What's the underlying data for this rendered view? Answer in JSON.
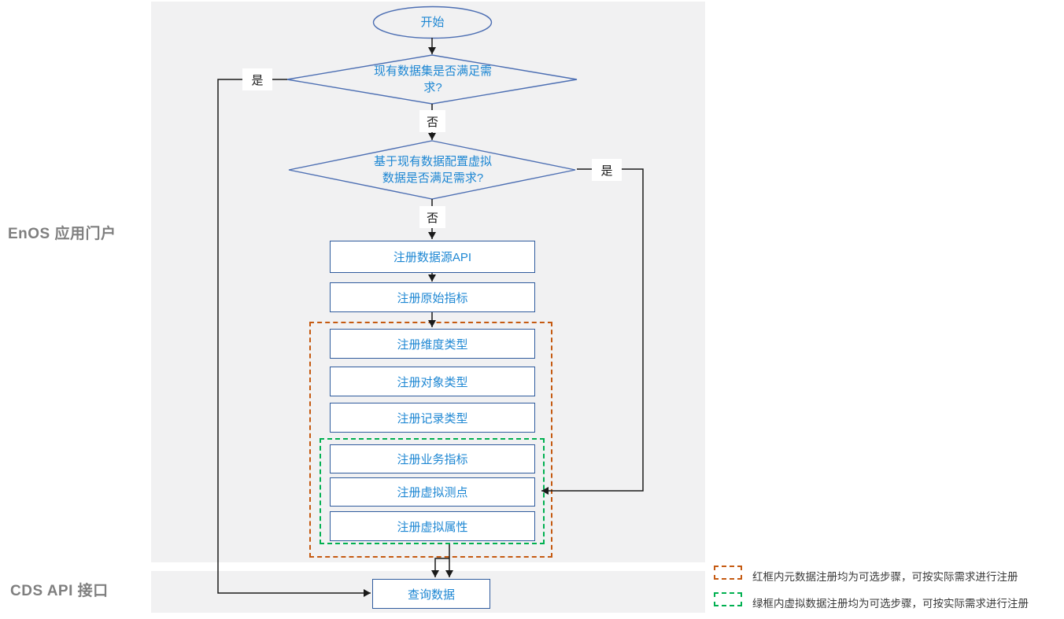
{
  "side_labels": {
    "portal": "EnOS 应用门户",
    "api": "CDS API 接口"
  },
  "flow": {
    "start": "开始",
    "decision_existing": "现有数据集是否满足需求?",
    "decision_virtual": "基于现有数据配置虚拟数据是否满足需求?",
    "yes": "是",
    "no": "否",
    "steps": {
      "register_datasource_api": "注册数据源API",
      "register_raw_metric": "注册原始指标",
      "register_dimension_type": "注册维度类型",
      "register_object_type": "注册对象类型",
      "register_record_type": "注册记录类型",
      "register_business_metric": "注册业务指标",
      "register_virtual_point": "注册虚拟测点",
      "register_virtual_attribute": "注册虚拟属性",
      "query_data": "查询数据"
    }
  },
  "legend": {
    "red_note": "红框内元数据注册均为可选步骤，可按实际需求进行注册",
    "green_note": "绿框内虚拟数据注册均为可选步骤，可按实际需求进行注册"
  },
  "colors": {
    "panel_bg": "#f1f1f2",
    "shape_border_rect": "#2f5b9d",
    "shape_border_curve": "#4d6fb3",
    "shape_text": "#1e87d3",
    "connector": "#1a1a1a",
    "optional_metadata_box": "#c55a11",
    "optional_virtual_box": "#00b050",
    "side_label_color": "#7f7f7f"
  }
}
